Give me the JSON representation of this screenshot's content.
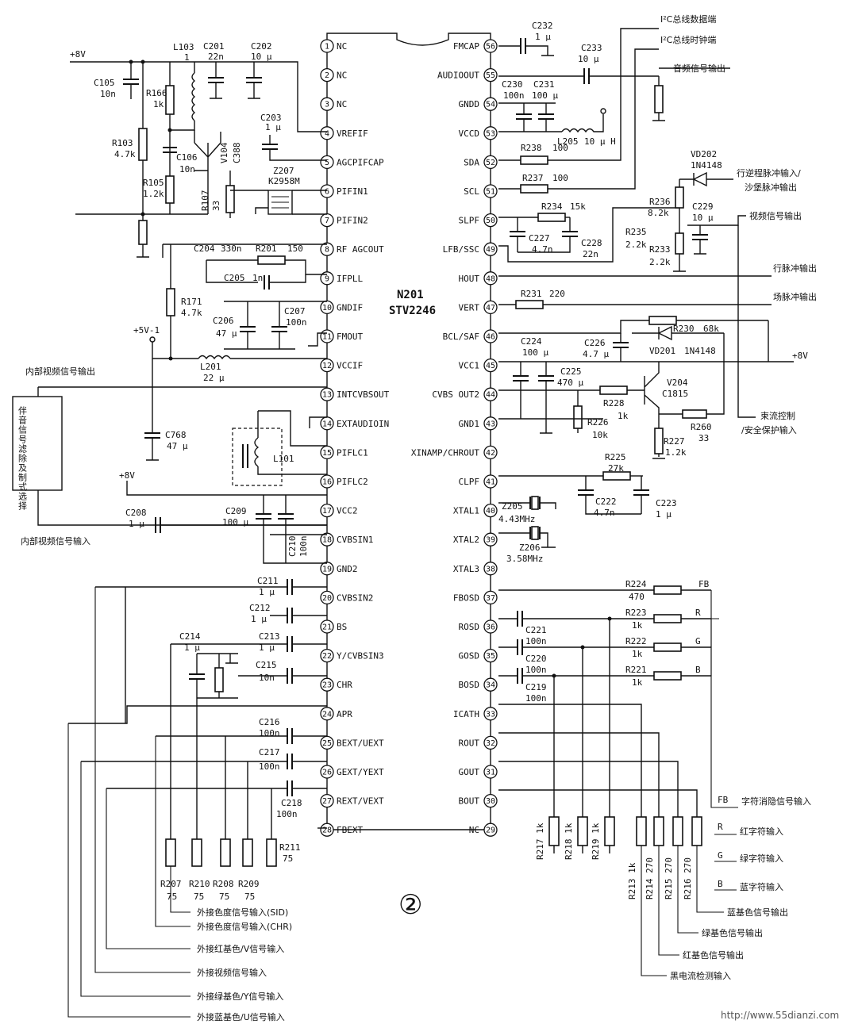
{
  "chip": {
    "name": "N201",
    "model": "STV2246"
  },
  "left_pins": [
    {
      "n": "1",
      "label": "NC"
    },
    {
      "n": "2",
      "label": "NC"
    },
    {
      "n": "3",
      "label": "NC"
    },
    {
      "n": "4",
      "label": "VREFIF"
    },
    {
      "n": "5",
      "label": "AGCPIFCAP"
    },
    {
      "n": "6",
      "label": "PIFIN1"
    },
    {
      "n": "7",
      "label": "PIFIN2"
    },
    {
      "n": "8",
      "label": "RF AGCOUT"
    },
    {
      "n": "9",
      "label": "IFPLL"
    },
    {
      "n": "10",
      "label": "GNDIF"
    },
    {
      "n": "11",
      "label": "FMOUT"
    },
    {
      "n": "12",
      "label": "VCCIF"
    },
    {
      "n": "13",
      "label": "INTCVBSOUT"
    },
    {
      "n": "14",
      "label": "EXTAUDIOIN"
    },
    {
      "n": "15",
      "label": "PIFLC1"
    },
    {
      "n": "16",
      "label": "PIFLC2"
    },
    {
      "n": "17",
      "label": "VCC2"
    },
    {
      "n": "18",
      "label": "CVBSIN1"
    },
    {
      "n": "19",
      "label": "GND2"
    },
    {
      "n": "20",
      "label": "CVBSIN2"
    },
    {
      "n": "21",
      "label": "BS"
    },
    {
      "n": "22",
      "label": "Y/CVBSIN3"
    },
    {
      "n": "23",
      "label": "CHR"
    },
    {
      "n": "24",
      "label": "APR"
    },
    {
      "n": "25",
      "label": "BEXT/UEXT"
    },
    {
      "n": "26",
      "label": "GEXT/YEXT"
    },
    {
      "n": "27",
      "label": "REXT/VEXT"
    },
    {
      "n": "28",
      "label": "FBEXT"
    }
  ],
  "right_pins": [
    {
      "n": "56",
      "label": "FMCAP"
    },
    {
      "n": "55",
      "label": "AUDIOOUT"
    },
    {
      "n": "54",
      "label": "GNDD"
    },
    {
      "n": "53",
      "label": "VCCD"
    },
    {
      "n": "52",
      "label": "SDA"
    },
    {
      "n": "51",
      "label": "SCL"
    },
    {
      "n": "50",
      "label": "SLPF"
    },
    {
      "n": "49",
      "label": "LFB/SSC"
    },
    {
      "n": "48",
      "label": "HOUT"
    },
    {
      "n": "47",
      "label": "VERT"
    },
    {
      "n": "46",
      "label": "BCL/SAF"
    },
    {
      "n": "45",
      "label": "VCC1"
    },
    {
      "n": "44",
      "label": "CVBS OUT2"
    },
    {
      "n": "43",
      "label": "GND1"
    },
    {
      "n": "42",
      "label": "XINAMP/CHROUT"
    },
    {
      "n": "41",
      "label": "CLPF"
    },
    {
      "n": "40",
      "label": "XTAL1"
    },
    {
      "n": "39",
      "label": "XTAL2"
    },
    {
      "n": "38",
      "label": "XTAL3"
    },
    {
      "n": "37",
      "label": "FBOSD"
    },
    {
      "n": "36",
      "label": "ROSD"
    },
    {
      "n": "35",
      "label": "GOSD"
    },
    {
      "n": "34",
      "label": "BOSD"
    },
    {
      "n": "33",
      "label": "ICATH"
    },
    {
      "n": "32",
      "label": "ROUT"
    },
    {
      "n": "31",
      "label": "GOUT"
    },
    {
      "n": "30",
      "label": "BOUT"
    },
    {
      "n": "29",
      "label": "NC"
    }
  ],
  "left_components": {
    "plus8v_top": "+8V",
    "c105": "C105",
    "c105_v": "10n",
    "l103": "L103",
    "l103_v": "1",
    "c201": "C201",
    "c201_v": "22n",
    "c202": "C202",
    "c202_v": "10 μ",
    "r166": "R166",
    "r166_v": "1k",
    "r103": "R103",
    "r103_v": "4.7k",
    "c106": "C106",
    "c106_v": "10n",
    "r105": "R105",
    "r105_v": "1.2k",
    "r107": "R107",
    "r107_v": "33",
    "v104": "V104",
    "v104_v": "C388",
    "c203": "C203",
    "c203_v": "1 μ",
    "z207": "Z207",
    "z207_v": "K2958M",
    "c204": "C204",
    "c204_v": "330n",
    "r201": "R201",
    "r201_v": "150",
    "c205": "C205",
    "c205_v": "1n",
    "r171": "R171",
    "r171_v": "4.7k",
    "c206": "C206",
    "c206_v": "47 μ",
    "c207": "C207",
    "c207_v": "100n",
    "plus5v1": "+5V-1",
    "l201": "L201",
    "l201_v": "22 μ",
    "int_video_out": "内部视频信号输出",
    "c768": "C768",
    "c768_v": "47 μ",
    "filter_box": "伴音信号滤除及制式选择",
    "l101": "L101",
    "plus8v_mid": "+8V",
    "c208": "C208",
    "c208_v": "1 μ",
    "c209": "C209",
    "c209_v": "100 μ",
    "c210": "C210",
    "c210_v": "100n",
    "int_video_in": "内部视频信号输入",
    "c211": "C211",
    "c211_v": "1 μ",
    "c212": "C212",
    "c212_v": "1 μ",
    "c214": "C214",
    "c214_v": "1 μ",
    "c213": "C213",
    "c213_v": "1 μ",
    "c215": "C215",
    "c215_v": "10n",
    "c216": "C216",
    "c216_v": "100n",
    "c217": "C217",
    "c217_v": "100n",
    "c218": "C218",
    "c218_v": "100n",
    "r211": "R211",
    "r211_v": "75",
    "r207": "R207",
    "r210": "R210",
    "r208": "R208",
    "r209": "R209",
    "r75": "75"
  },
  "right_components": {
    "c232": "C232",
    "c232_v": "1 μ",
    "c233": "C233",
    "c233_v": "10 μ",
    "c230": "C230",
    "c230_v": "100n",
    "c231": "C231",
    "c231_v": "100 μ",
    "l205": "L205",
    "l205_v": "10 μ H",
    "r238": "R238",
    "r238_v": "100",
    "r237": "R237",
    "r237_v": "100",
    "r234": "R234",
    "r234_v": "15k",
    "c227": "C227",
    "c227_v": "4.7n",
    "c228": "C228",
    "c228_v": "22n",
    "r235": "R235",
    "r235_v": "2.2k",
    "r236": "R236",
    "r236_v": "8.2k",
    "r233": "R233",
    "r233_v": "2.2k",
    "c229": "C229",
    "c229_v": "10 μ",
    "vd202": "VD202",
    "vd202_v": "1N4148",
    "r231": "R231",
    "r231_v": "220",
    "r230": "R230",
    "r230_v": "68k",
    "vd201": "VD201",
    "vd201_v": "1N4148",
    "c224": "C224",
    "c224_v": "100 μ",
    "c225": "C225",
    "c225_v": "470 μ",
    "c226": "C226",
    "c226_v": "4.7 μ",
    "plus8v_right": "+8V",
    "r228": "R228",
    "r228_v": "1k",
    "v204": "V204",
    "v204_v": "C1815",
    "r226": "R226",
    "r226_v": "10k",
    "r227": "R227",
    "r227_v": "1.2k",
    "r260": "R260",
    "r260_v": "33",
    "r225": "R225",
    "r225_v": "27k",
    "c222": "C222",
    "c222_v": "4.7n",
    "c223": "C223",
    "c223_v": "1 μ",
    "z205": "Z205",
    "z205_v": "4.43MHz",
    "z206": "Z206",
    "z206_v": "3.58MHz",
    "r224": "R224",
    "r224_v": "470",
    "r223": "R223",
    "r223_v": "1k",
    "r222": "R222",
    "r222_v": "1k",
    "r221": "R221",
    "r221_v": "1k",
    "c221": "C221",
    "c221_v": "100n",
    "c220": "C220",
    "c220_v": "100n",
    "c219": "C219",
    "c219_v": "100n",
    "fb": "FB",
    "r": "R",
    "g": "G",
    "b": "B",
    "r217": "R217 1k",
    "r218": "R218 1k",
    "r219": "R219 1k",
    "r213": "R213 1k",
    "r214": "R214 270",
    "r215": "R215 270",
    "r216": "R216 270"
  },
  "signals": {
    "i2c_data": "I²C总线数据端",
    "i2c_clock": "I²C总线时钟端",
    "audio_out": "音频信号输出",
    "flyback_in": "行逆程脉冲输入/",
    "sandcastle_out": "沙堡脉冲输出",
    "video_out": "视频信号输出",
    "hpulse_out": "行脉冲输出",
    "vpulse_out": "场脉冲输出",
    "beam_ctrl": "束流控制",
    "safety_in": "/安全保护输入",
    "fb_in": "字符消隐信号输入",
    "r_in": "红字符输入",
    "g_in": "绿字符输入",
    "b_in": "蓝字符输入",
    "blue_out": "蓝基色信号输出",
    "green_out": "绿基色信号输出",
    "red_out": "红基色信号输出",
    "cathode_in": "黑电流检测输入",
    "ext_sid": "外接色度信号输入(SID)",
    "ext_chr": "外接色度信号输入(CHR)",
    "ext_red": "外接红基色/V信号输入",
    "ext_video": "外接视频信号输入",
    "ext_green": "外接绿基色/Y信号输入",
    "ext_blue": "外接蓝基色/U信号输入"
  },
  "figure_number": "②",
  "watermark": "http://www.55dianzi.com"
}
